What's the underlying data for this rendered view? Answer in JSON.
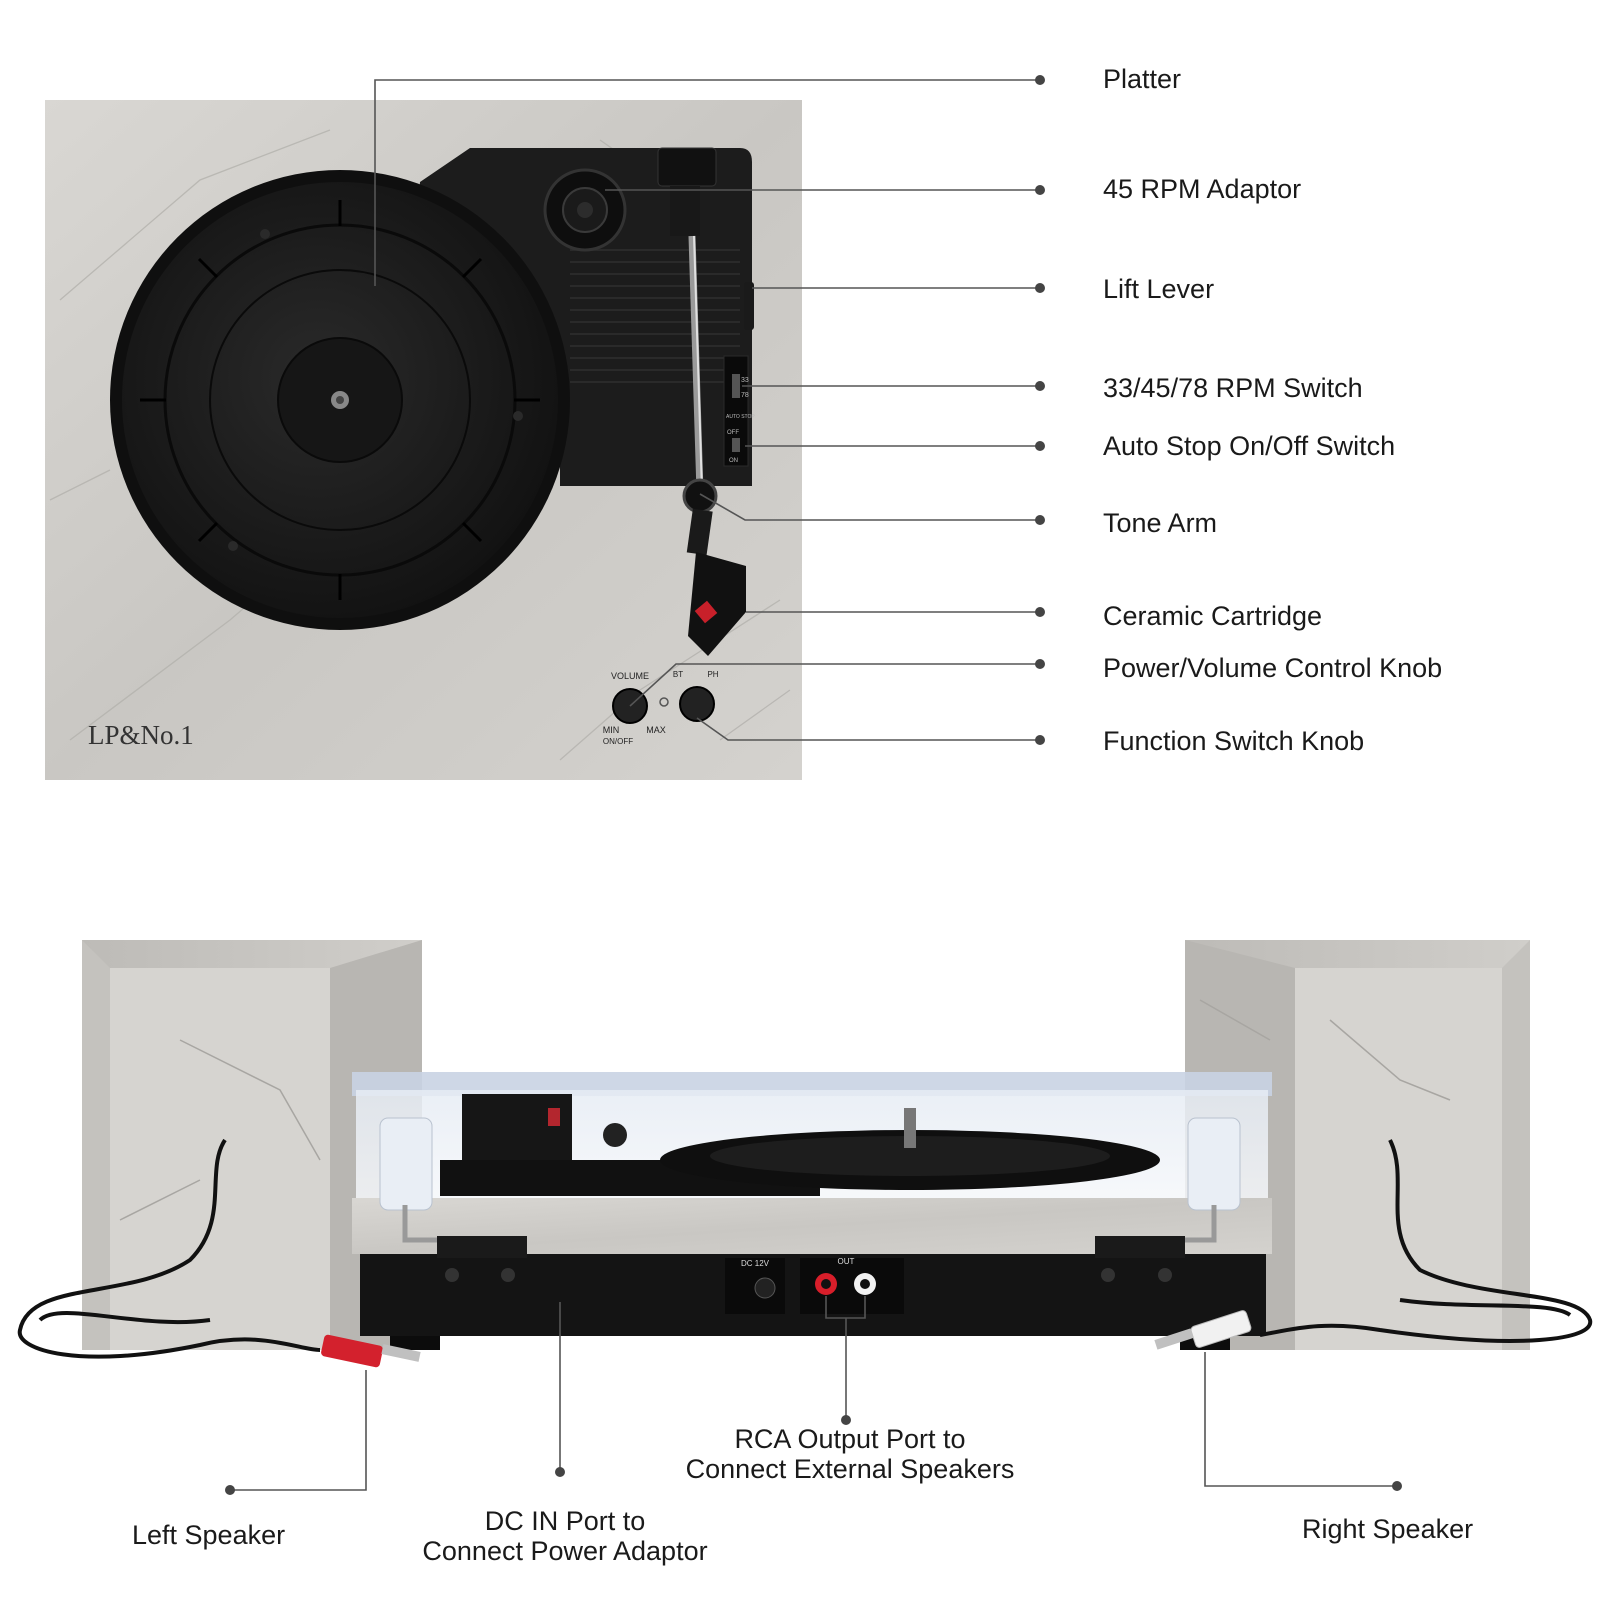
{
  "brand": {
    "logo_text": "LP&No.1"
  },
  "deck_labels": {
    "volume": "VOLUME",
    "min": "MIN",
    "max": "MAX",
    "onoff": "ON/OFF",
    "bt": "BT",
    "ph": "PH",
    "speed_33": "33",
    "speed_78": "78",
    "auto_stop": "AUTO STOP",
    "off": "OFF",
    "on": "ON",
    "dc": "DC 12V",
    "out": "OUT"
  },
  "top_callouts": [
    {
      "id": "platter",
      "label": "Platter"
    },
    {
      "id": "45-rpm-adaptor",
      "label": "45 RPM Adaptor"
    },
    {
      "id": "lift-lever",
      "label": "Lift Lever"
    },
    {
      "id": "rpm-switch",
      "label": "33/45/78 RPM Switch"
    },
    {
      "id": "auto-stop-switch",
      "label": "Auto Stop On/Off Switch"
    },
    {
      "id": "tone-arm",
      "label": "Tone Arm"
    },
    {
      "id": "ceramic-cartridge",
      "label": "Ceramic Cartridge"
    },
    {
      "id": "power-volume-knob",
      "label": "Power/Volume Control Knob"
    },
    {
      "id": "function-switch-knob",
      "label": "Function Switch Knob"
    }
  ],
  "bottom_callouts": {
    "left_speaker": "Left Speaker",
    "dc_in": [
      "DC IN Port to",
      "Connect Power Adaptor"
    ],
    "rca_out": [
      "RCA Output Port to",
      "Connect External Speakers"
    ],
    "right_speaker": "Right Speaker"
  }
}
